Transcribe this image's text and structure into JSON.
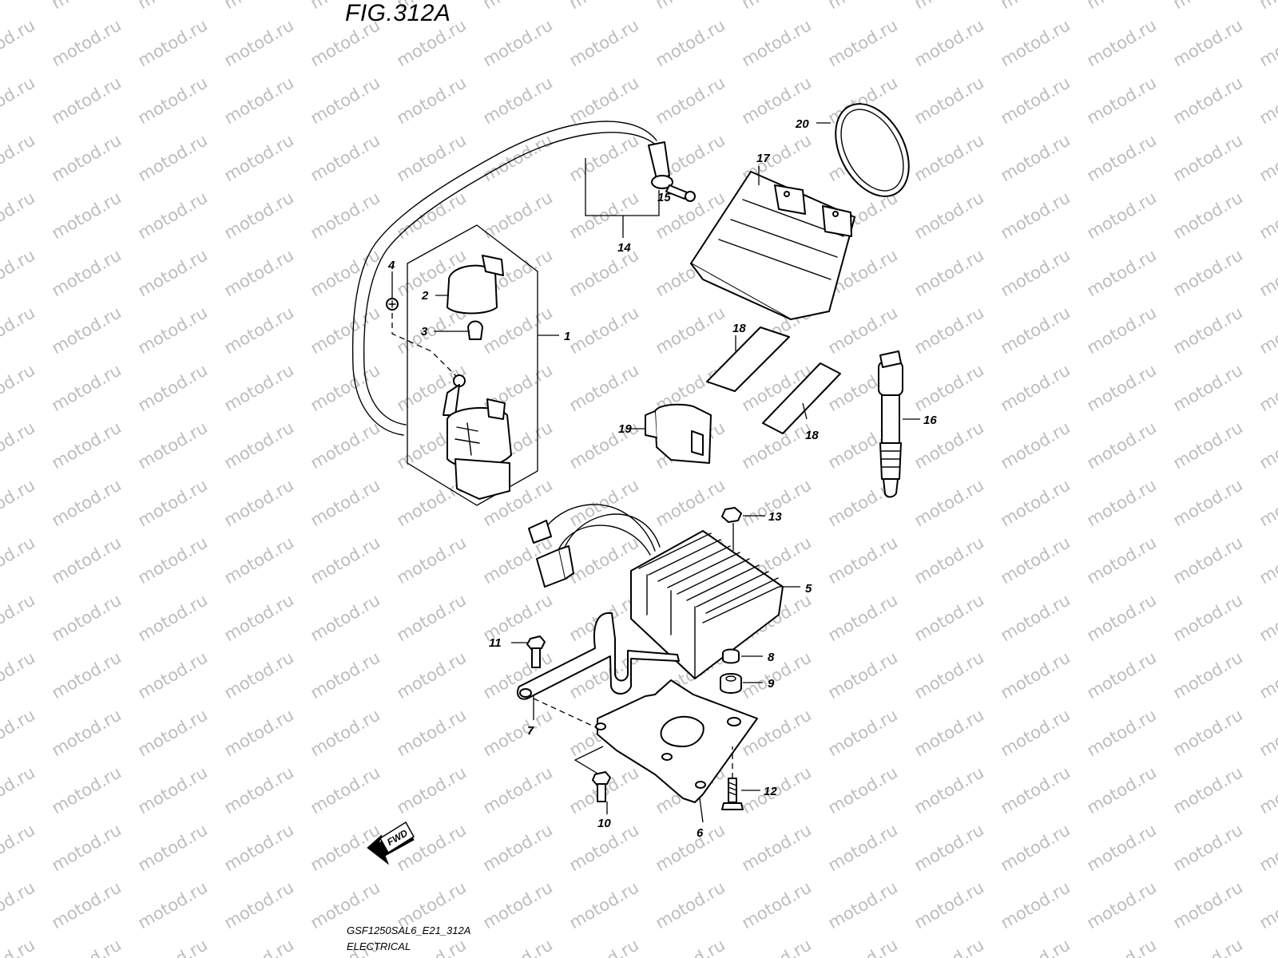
{
  "figure": {
    "title": "FIG.312A",
    "model_code": "GSF1250SAL6_E21_312A",
    "section_name": "ELECTRICAL"
  },
  "watermark": {
    "text": "motod.ru"
  },
  "fwd_arrow": {
    "label": "FWD"
  },
  "callouts": [
    "1",
    "2",
    "3",
    "4",
    "5",
    "6",
    "7",
    "8",
    "9",
    "10",
    "11",
    "12",
    "13",
    "14",
    "15",
    "16",
    "17",
    "18",
    "18",
    "19",
    "20"
  ]
}
